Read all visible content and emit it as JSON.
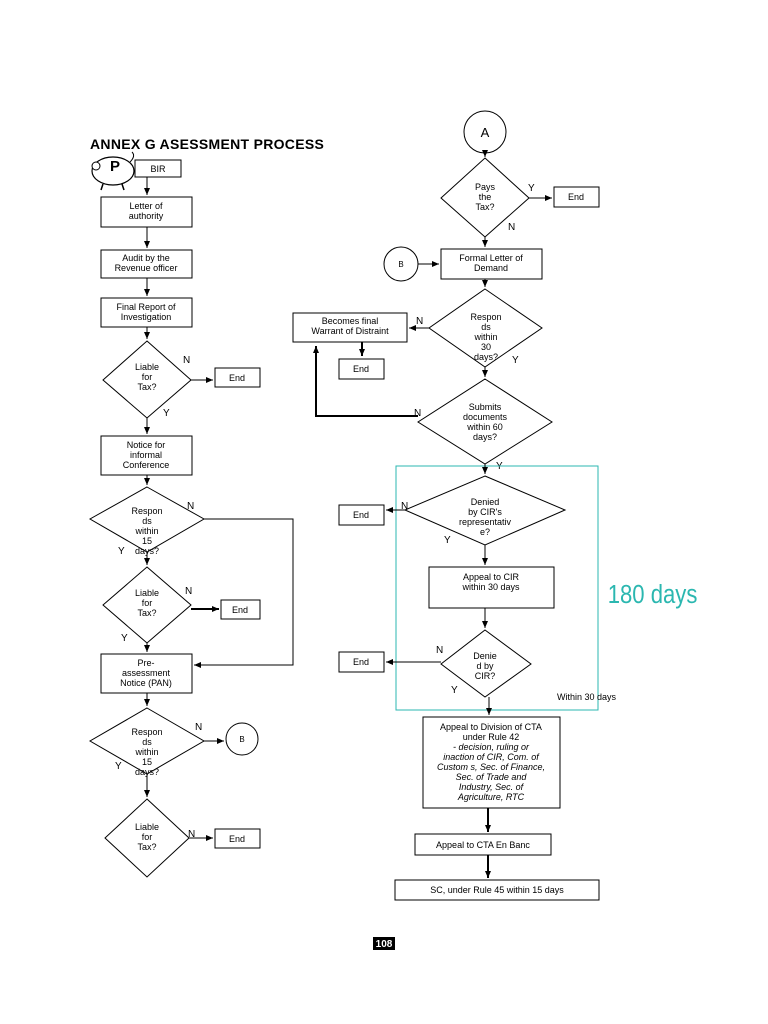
{
  "title": "ANNEX G ASESSMENT PROCESS",
  "logo_letter": "P",
  "nodes": {
    "bir": "BIR",
    "loa": [
      "Letter of",
      "authority"
    ],
    "audit": [
      "Audit by the",
      "Revenue officer"
    ],
    "final_report": [
      "Final Report of",
      "Investigation"
    ],
    "liable1": [
      "Liable",
      "for",
      "Tax?"
    ],
    "end1": "End",
    "notice": [
      "Notice for",
      "informal",
      "Conference"
    ],
    "responds15a": [
      "Respon",
      "ds",
      "within",
      "15",
      "days?"
    ],
    "liable2": [
      "Liable",
      "for",
      "Tax?"
    ],
    "end2": "End",
    "pan": [
      "Pre-",
      "assessment",
      "Notice (PAN)"
    ],
    "responds15b": [
      "Respon",
      "ds",
      "within",
      "15",
      "days?"
    ],
    "connector_b_left": "B",
    "liable3": [
      "Liable",
      "for",
      "Tax?"
    ],
    "end3": "End",
    "connector_a": "A",
    "pays": [
      "Pays",
      "the",
      "Tax?"
    ],
    "end4": "End",
    "connector_b_right": "B",
    "fld": [
      "Formal Letter of",
      "Demand"
    ],
    "responds30": [
      "Respon",
      "ds",
      "within",
      "30",
      "days?"
    ],
    "warrant": [
      "Becomes final",
      "Warrant of Distraint"
    ],
    "end5": "End",
    "submits": [
      "Submits",
      "documents",
      "within 60",
      "days?"
    ],
    "denied_rep": [
      "Denied",
      "by CIR's",
      "representativ",
      "e?"
    ],
    "end6": "End",
    "appeal_cir": [
      "Appeal to CIR",
      "within 30 days"
    ],
    "denied_cir": [
      "Denie",
      "d by",
      "CIR?"
    ],
    "end7": "End",
    "appeal_cta": [
      "Appeal to Division of CTA",
      "under Rule 42"
    ],
    "appeal_cta_detail": [
      "- decision, ruling or",
      "inaction of CIR, Com. of",
      "Custom s, Sec. of Finance,",
      "Sec. of Trade and",
      "Industry, Sec. of",
      "Agriculture, RTC"
    ],
    "cta_en_banc": "Appeal to CTA En Banc",
    "sc": "SC, under Rule 45 within 15 days"
  },
  "edge_labels": {
    "n": "N",
    "y": "Y"
  },
  "annotations": {
    "period_180": "180 days",
    "within_30": "Within 30 days",
    "page_number": "108"
  },
  "colors": {
    "line": "#000000",
    "highlight_box": "#2bb7b0",
    "period_text": "#2bb7b0"
  }
}
